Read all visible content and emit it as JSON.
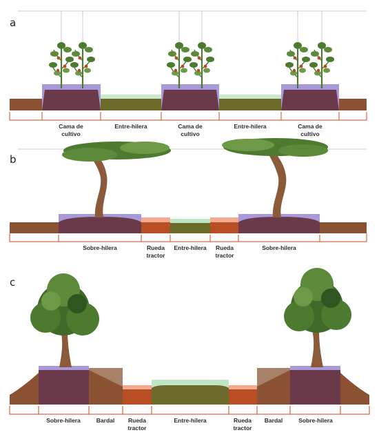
{
  "panels": [
    {
      "letter": "a",
      "labels": [
        [
          "Cama de",
          "cultivo"
        ],
        [
          "Entre-hilera"
        ],
        [
          "Cama de",
          "cultivo"
        ],
        [
          "Entre-hilera"
        ],
        [
          "Cama de",
          "cultivo"
        ]
      ]
    },
    {
      "letter": "b",
      "labels": [
        [
          "Sobre-hilera"
        ],
        [
          "Rueda",
          "tractor"
        ],
        [
          "Entre-hilera"
        ],
        [
          "Rueda",
          "tractor"
        ],
        [
          "Sobre-hilera"
        ]
      ]
    },
    {
      "letter": "c",
      "labels": [
        [
          "Sobre-hilera"
        ],
        [
          "Bardal"
        ],
        [
          "Rueda",
          "tractor"
        ],
        [
          "Entre-hilera"
        ],
        [
          "Rueda",
          "tractor"
        ],
        [
          "Bardal"
        ],
        [
          "Sobre-hilera"
        ]
      ]
    }
  ],
  "colors": {
    "soil_brown": "#8a5232",
    "bed_maroon": "#6a3a4a",
    "bed_overlay_lavender": "#a79ad6",
    "interrow_olive": "#6b6b2c",
    "interrow_overlay_mint": "#bfe6c4",
    "wheel_track_orange": "#b84f24",
    "wheel_overlay_salmon": "#f3a98d",
    "bracket_red": "#d8431f",
    "trunk_brown": "#8a5a3a",
    "foliage_green": "#4c7a2e",
    "fruit_red": "#b84a2c"
  }
}
